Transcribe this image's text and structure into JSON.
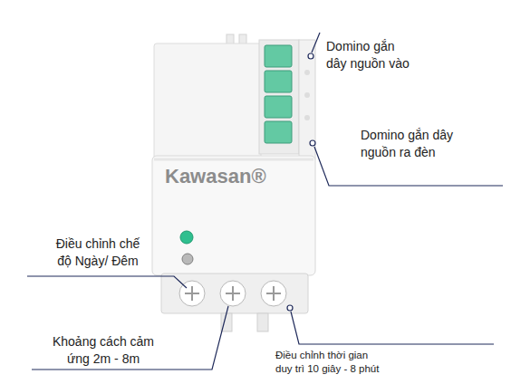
{
  "diagram": {
    "labels": [
      "Domino gắn dây nguồn vào",
      "Domino gắn dây nguồn ra đèn",
      "Kawasan®",
      "Điều chỉnh chế độ Ngày/ Đêm",
      "Khoảng cách cảm ứng 2m - 8m",
      "Điều chỉnh thời gian duy trì 10 giây - 8 phút"
    ]
  }
}
